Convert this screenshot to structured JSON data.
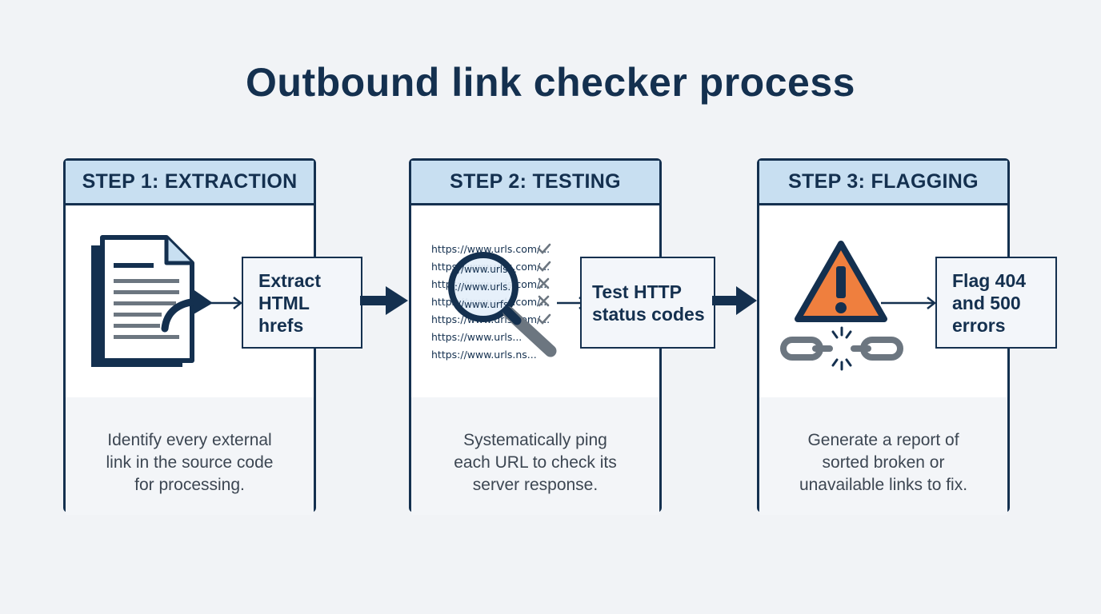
{
  "title": "Outbound link checker process",
  "colors": {
    "navy": "#14304f",
    "header_blue": "#c8dff1",
    "warning_orange": "#ef7f3e",
    "check_gray": "#6c7680",
    "background": "#f1f3f6"
  },
  "steps": [
    {
      "header": "STEP 1: EXTRACTION",
      "icon": "document-export-icon",
      "action": "Extract\nHTML\nhrefs",
      "description": "Identify every external\nlink in the source code\nfor processing."
    },
    {
      "header": "STEP 2: TESTING",
      "icon": "magnifying-glass-icon",
      "urls": [
        {
          "text": "https://www.urls.com/...",
          "status": "check"
        },
        {
          "text": "https://www.urls.com/...",
          "status": "check"
        },
        {
          "text": "https://www.urls.com/...",
          "status": "cross"
        },
        {
          "text": "https://www.urls.com/...",
          "status": "cross"
        },
        {
          "text": "https://www.urls.com/...",
          "status": "check"
        },
        {
          "text": "https://www.urls...",
          "status": "none"
        },
        {
          "text": "https://www.urls.ns...",
          "status": "none"
        }
      ],
      "magnifier_text": [
        "//www.urls...",
        "://www.urls.",
        "//www.urfs"
      ],
      "action": "Test HTTP\nstatus codes",
      "description": "Systematically ping\neach URL to check its\nserver response."
    },
    {
      "header": "STEP 3: FLAGGING",
      "icon": "warning-broken-link-icon",
      "action": "Flag 404\nand 500\nerrors",
      "description": "Generate a report of\nsorted broken or\nunavailable links to fix."
    }
  ]
}
